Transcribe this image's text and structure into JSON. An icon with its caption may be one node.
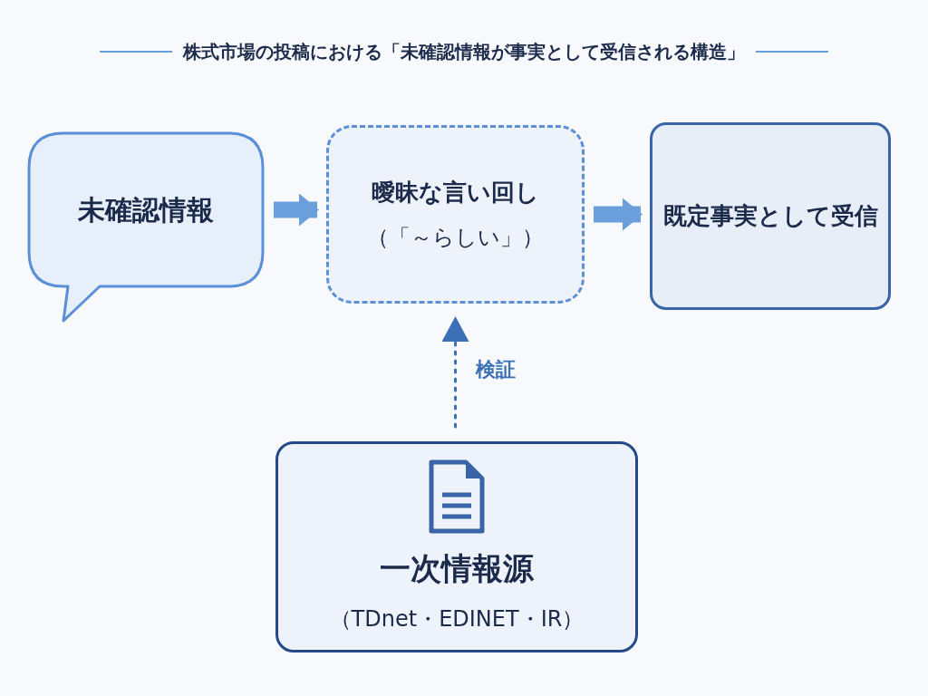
{
  "diagram": {
    "title": "株式市場の投稿における「未確認情報が事実として受信される構造」",
    "nodes": [
      {
        "text": [
          "未確認情報"
        ]
      },
      {
        "text": [
          "曖昧な言い回し",
          "（「～らしい」）"
        ]
      },
      {
        "text": [
          "既定事実として受信"
        ]
      },
      {
        "text": [
          "一次情報源",
          "（TDnet・EDINET・IR）"
        ]
      }
    ],
    "edges": [
      {
        "from": 0,
        "to": 1,
        "arrow": "to"
      },
      {
        "from": 1,
        "to": 2,
        "arrow": "to"
      },
      {
        "from": 3,
        "to": 1,
        "arrow": "to",
        "style": "dashed",
        "label": "検証",
        "color": "#3b6fb6"
      }
    ]
  }
}
